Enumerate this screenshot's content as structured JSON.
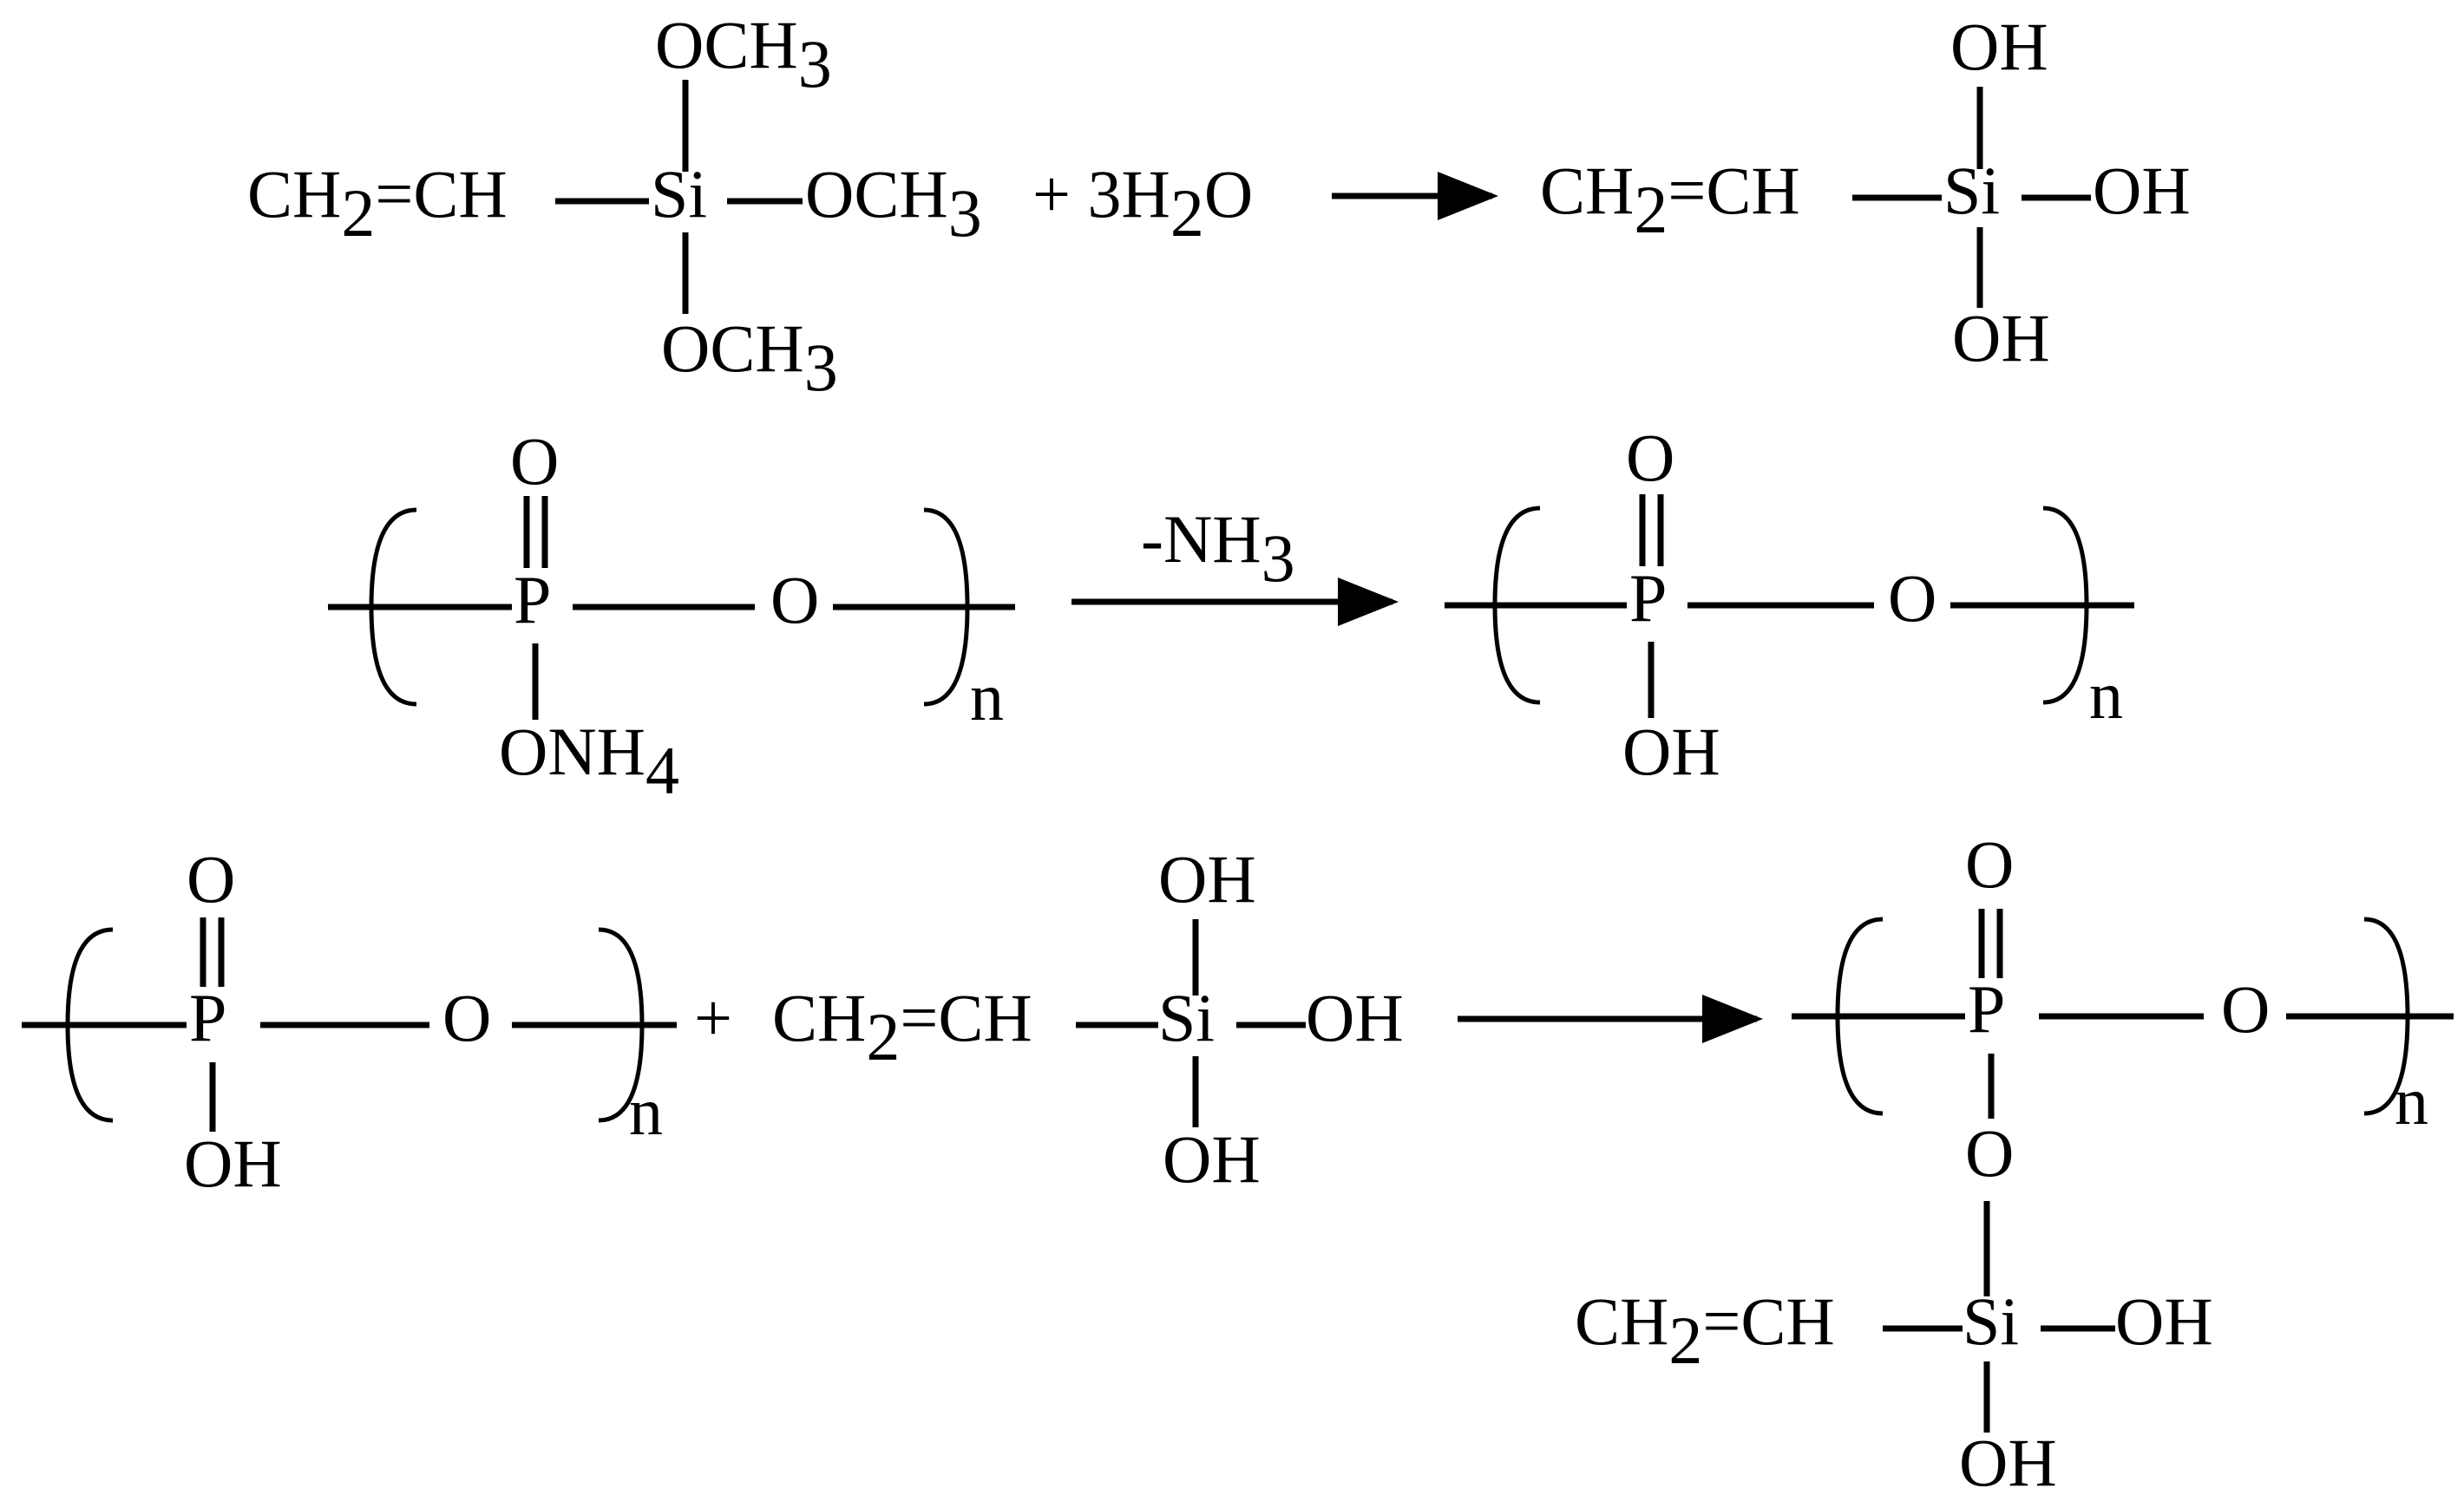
{
  "colors": {
    "ink": "#000000",
    "background": "#ffffff"
  },
  "reaction1": {
    "reactant_chain": "CH₂=CH",
    "si": "Si",
    "ome_top": "OCH₃",
    "ome_right": "OCH₃",
    "ome_bottom": "OCH₃",
    "plus_water": "+ 3H₂O",
    "product_chain": "CH₂=CH",
    "product_si": "Si",
    "oh_top": "OH",
    "oh_right": "OH",
    "oh_bottom": "OH"
  },
  "reaction2": {
    "p": "P",
    "o_double": "O",
    "o_chain": "O",
    "onh4": "ONH₄",
    "n": "n",
    "arrow_label": "-NH₃",
    "prod_p": "P",
    "prod_o_double": "O",
    "prod_o_chain": "O",
    "prod_oh": "OH",
    "prod_n": "n"
  },
  "reaction3": {
    "p": "P",
    "o_double": "O",
    "o_chain": "O",
    "oh": "OH",
    "n": "n",
    "plus": "+",
    "silanol_chain": "CH₂=CH",
    "silanol_si": "Si",
    "silanol_oh_top": "OH",
    "silanol_oh_right": "OH",
    "silanol_oh_bottom": "OH",
    "prod_p": "P",
    "prod_o_double": "O",
    "prod_o_chain": "O",
    "prod_o_link": "O",
    "prod_n": "n",
    "prod_chain": "CH₂=CH",
    "prod_si": "Si",
    "prod_oh_right": "OH",
    "prod_oh_bottom": "OH"
  }
}
